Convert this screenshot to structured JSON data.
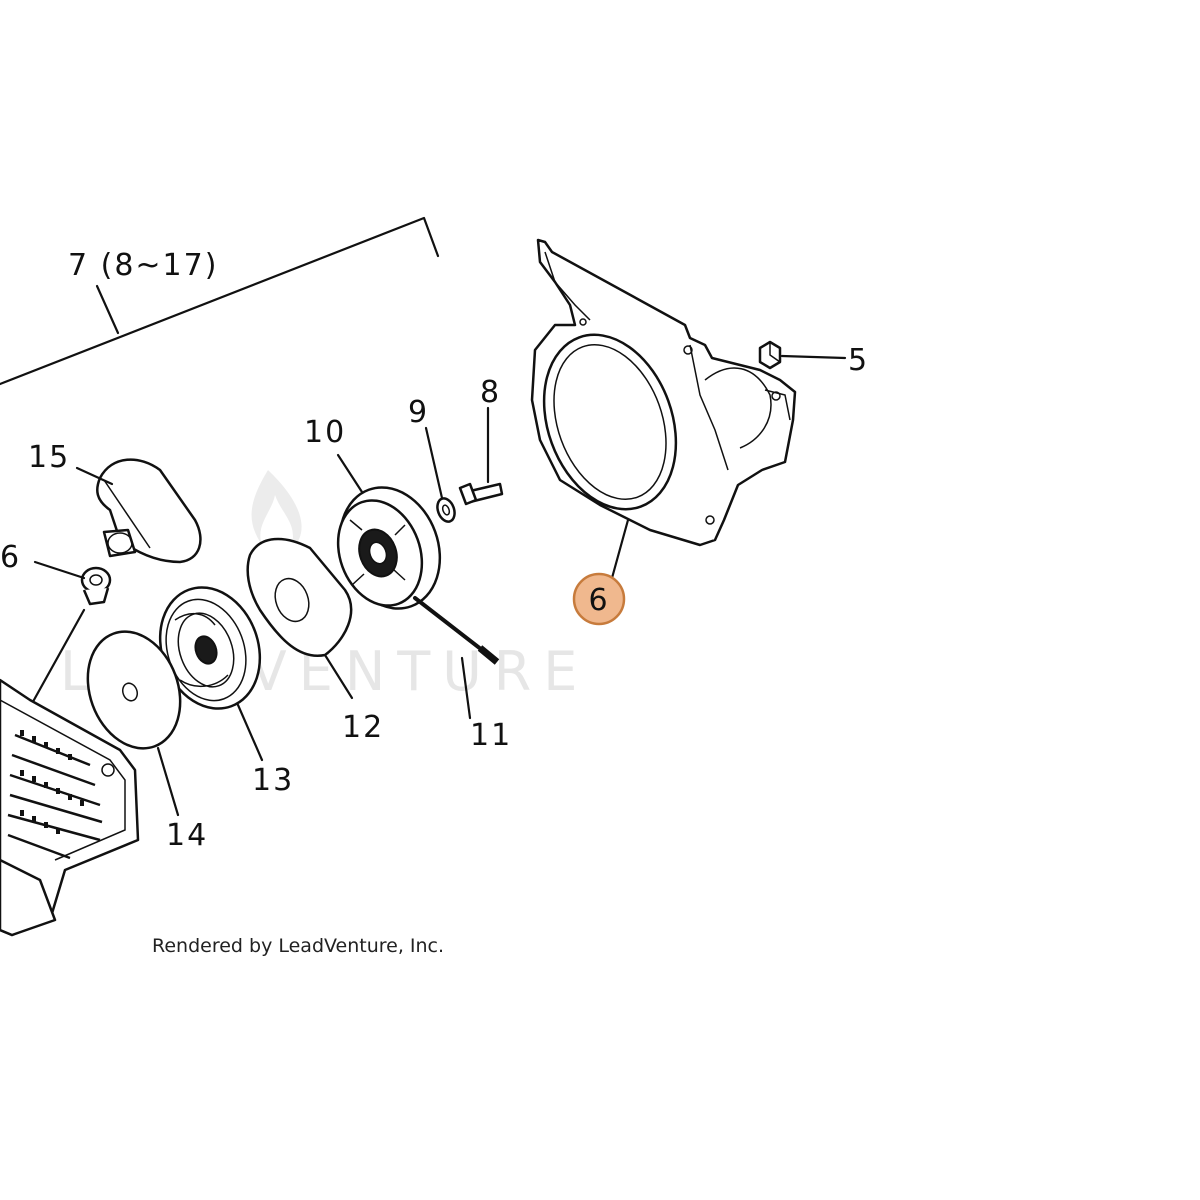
{
  "labels": {
    "assembly": "7 (8~17)",
    "l5": "5",
    "l6_highlight": "6",
    "l6_left": "6",
    "l8": "8",
    "l9": "9",
    "l10": "10",
    "l11": "11",
    "l12": "12",
    "l13": "13",
    "l14": "14",
    "l15": "15"
  },
  "highlight_color": "#f0b88e",
  "highlight_stroke": "#c77b3c",
  "watermark": "LEADVENTURE",
  "credit": "Rendered by LeadVenture, Inc."
}
